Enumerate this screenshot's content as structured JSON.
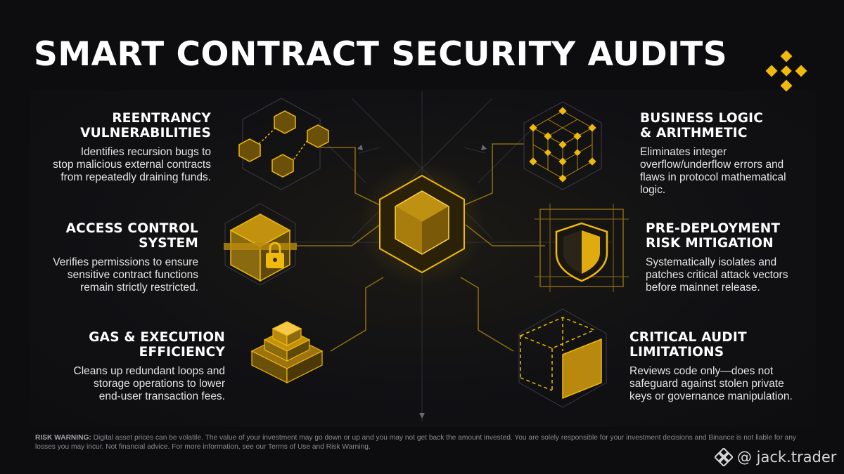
{
  "title": "SMART CONTRACT SECURITY AUDITS",
  "features": [
    {
      "key": "reentrancy",
      "title_lines": [
        "REENTRANCY",
        "VULNERABILITIES"
      ],
      "desc_lines": [
        "Identifies recursion bugs to",
        "stop malicious external contracts",
        "from repeatedly draining funds."
      ],
      "icon": "linked-cubes-icon"
    },
    {
      "key": "access-control",
      "title_lines": [
        "ACCESS CONTROL",
        "SYSTEM"
      ],
      "desc_lines": [
        "Verifies permissions to ensure",
        "sensitive contract functions",
        "remain strictly restricted."
      ],
      "icon": "locked-cube-icon"
    },
    {
      "key": "gas",
      "title_lines": [
        "GAS & EXECUTION",
        "EFFICIENCY"
      ],
      "desc_lines": [
        "Cleans up redundant loops and",
        "storage operations to lower",
        "end-user transaction fees."
      ],
      "icon": "stacked-layers-icon"
    },
    {
      "key": "business-logic",
      "title_lines": [
        "BUSINESS LOGIC",
        "& ARITHMETIC"
      ],
      "desc_lines": [
        "Eliminates integer",
        "overflow/underflow errors and",
        "flaws in protocol mathematical",
        "logic."
      ],
      "icon": "lattice-cube-icon"
    },
    {
      "key": "pre-deployment",
      "title_lines": [
        "PRE-DEPLOYMENT",
        "RISK MITIGATION"
      ],
      "desc_lines": [
        "Systematically isolates and",
        "patches critical attack vectors",
        "before mainnet release."
      ],
      "icon": "shield-icon"
    },
    {
      "key": "limitations",
      "title_lines": [
        "CRITICAL AUDIT",
        "LIMITATIONS"
      ],
      "desc_lines": [
        "Reviews code only—does not",
        "safeguard against stolen private",
        "keys or governance manipulation."
      ],
      "icon": "wireframe-cube-icon"
    }
  ],
  "warning": {
    "label": "RISK WARNING:",
    "text": " Digital asset prices can be volatile. The value of your investment may go down or up and you may not get back the amount invested. You are solely responsible for your investment decisions and Binance is not liable for any losses you may incur. Not financial advice. For more information, see our Terms of Use and Risk Warning."
  },
  "handle": "@ jack.trader",
  "colors": {
    "accent": "#f0b90b",
    "accent_dim": "#8a6a10",
    "background": "#0d0d0f",
    "text": "#ffffff",
    "muted": "#8a8a8f"
  },
  "logo_icon": "binance-logo-icon"
}
